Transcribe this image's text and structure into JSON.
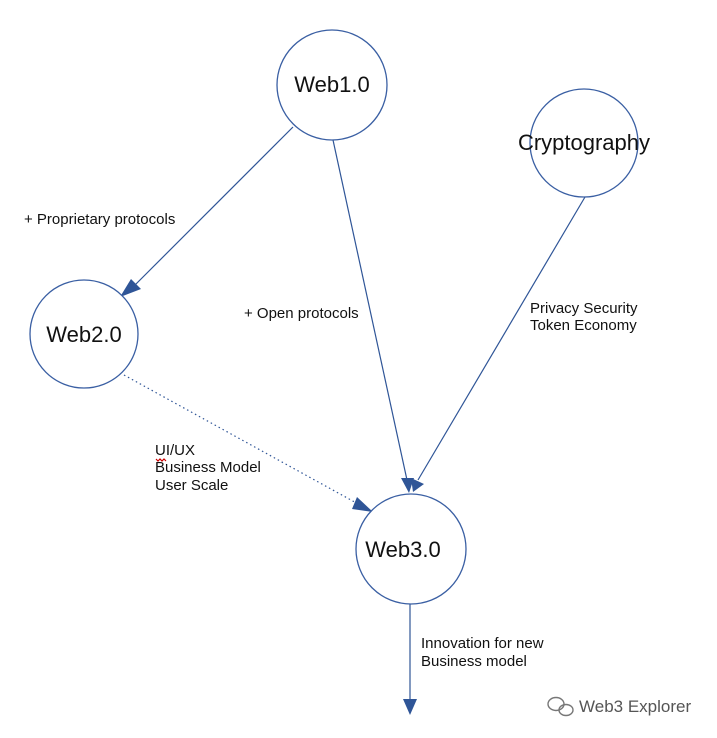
{
  "nodes": {
    "web1": "Web1.0",
    "web2": "Web2.0",
    "web3": "Web3.0",
    "crypto": "Cryptography"
  },
  "edges": {
    "web1_to_web2": [
      "+ Proprietary protocols"
    ],
    "web1_to_web3": [
      "+ Open protocols"
    ],
    "crypto_to_web3": [
      "Privacy Security",
      "Token Economy"
    ],
    "web2_to_web3": [
      "UI/UX",
      "Business Model",
      "User Scale"
    ],
    "web3_out": [
      "Innovation for new",
      "Business model"
    ]
  },
  "watermark": "Web3 Explorer",
  "colors": {
    "edge": "#2f5597",
    "node_stroke": "#3a5fa3"
  }
}
